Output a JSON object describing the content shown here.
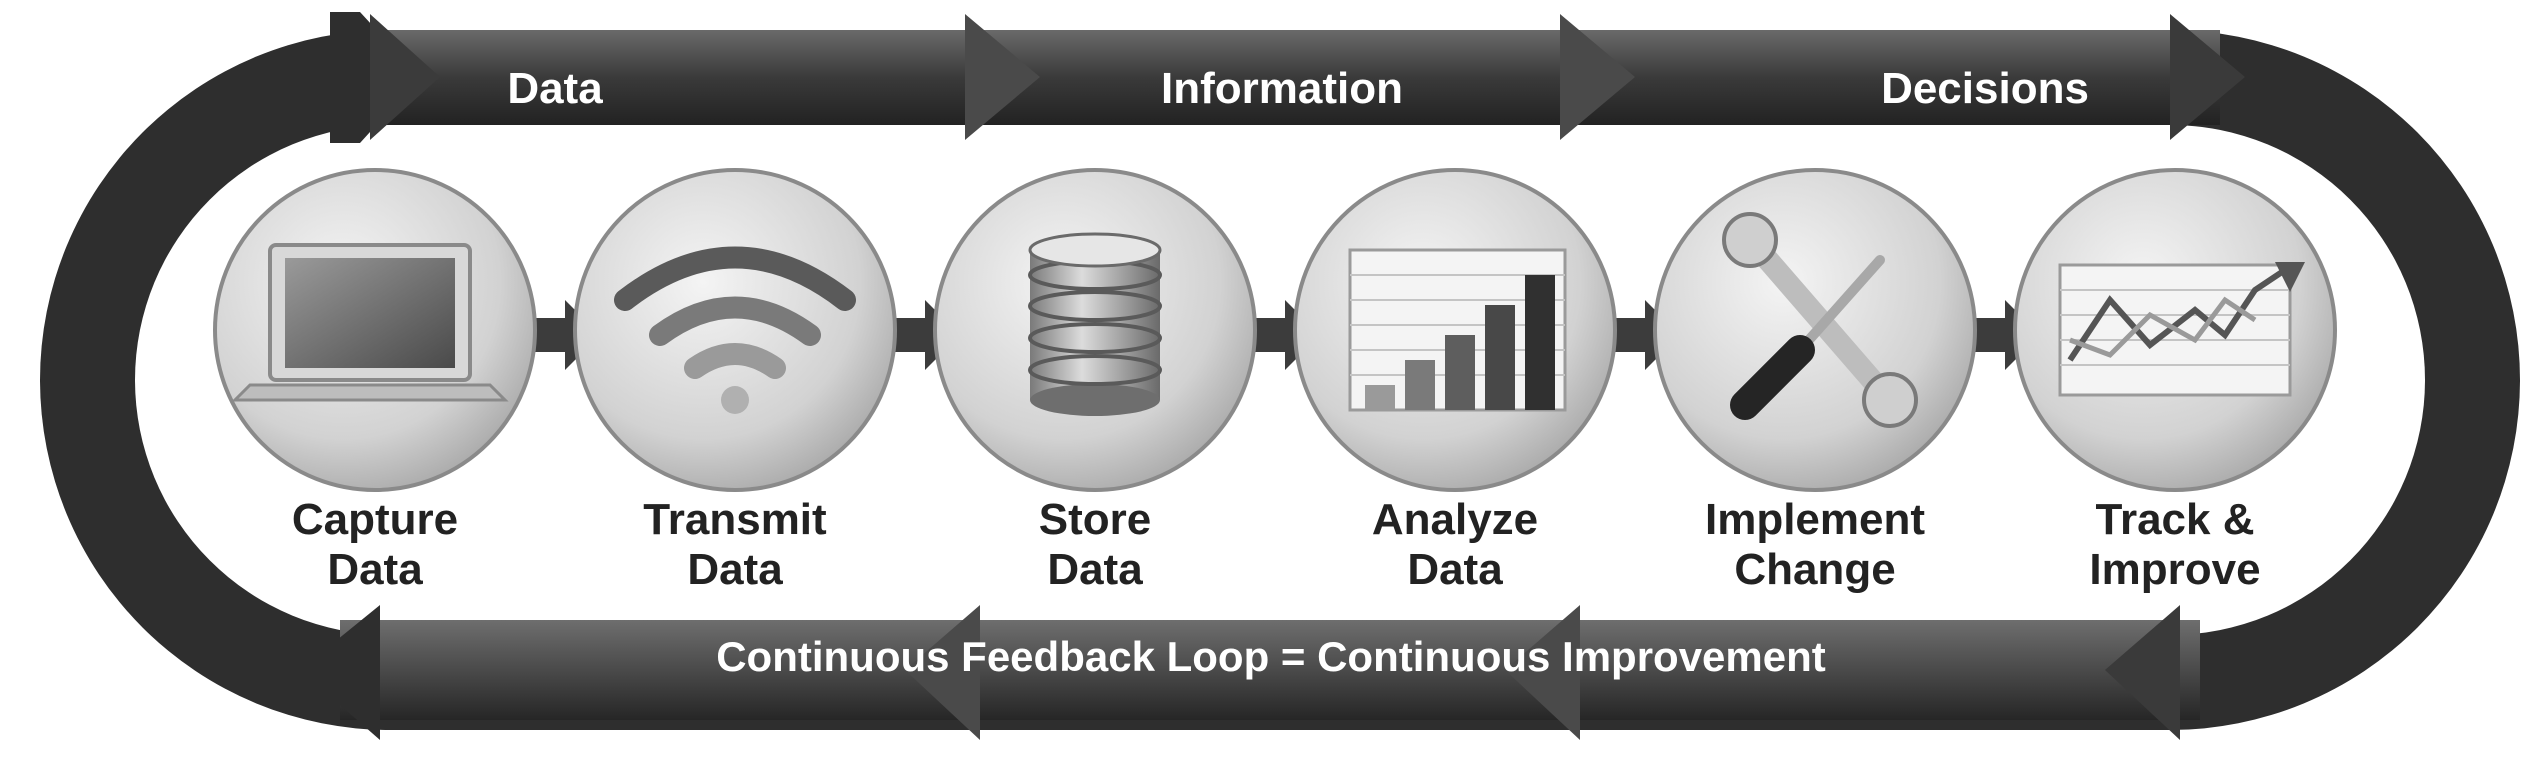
{
  "top_band": {
    "phases": [
      "Data",
      "Information",
      "Decisions"
    ]
  },
  "steps": [
    {
      "line1": "Capture",
      "line2": "Data",
      "icon": "laptop-icon"
    },
    {
      "line1": "Transmit",
      "line2": "Data",
      "icon": "wifi-icon"
    },
    {
      "line1": "Store",
      "line2": "Data",
      "icon": "database-icon"
    },
    {
      "line1": "Analyze",
      "line2": "Data",
      "icon": "bar-chart-icon"
    },
    {
      "line1": "Implement",
      "line2": "Change",
      "icon": "tools-icon"
    },
    {
      "line1": "Track &",
      "line2": "Improve",
      "icon": "trend-chart-icon"
    }
  ],
  "bottom_band": {
    "text": "Continuous Feedback Loop = Continuous Improvement"
  },
  "colors": {
    "band_dark": "#2b2b2b",
    "band_mid": "#585858",
    "circle_fill": "#dcdcdc",
    "step_text": "#222222"
  }
}
